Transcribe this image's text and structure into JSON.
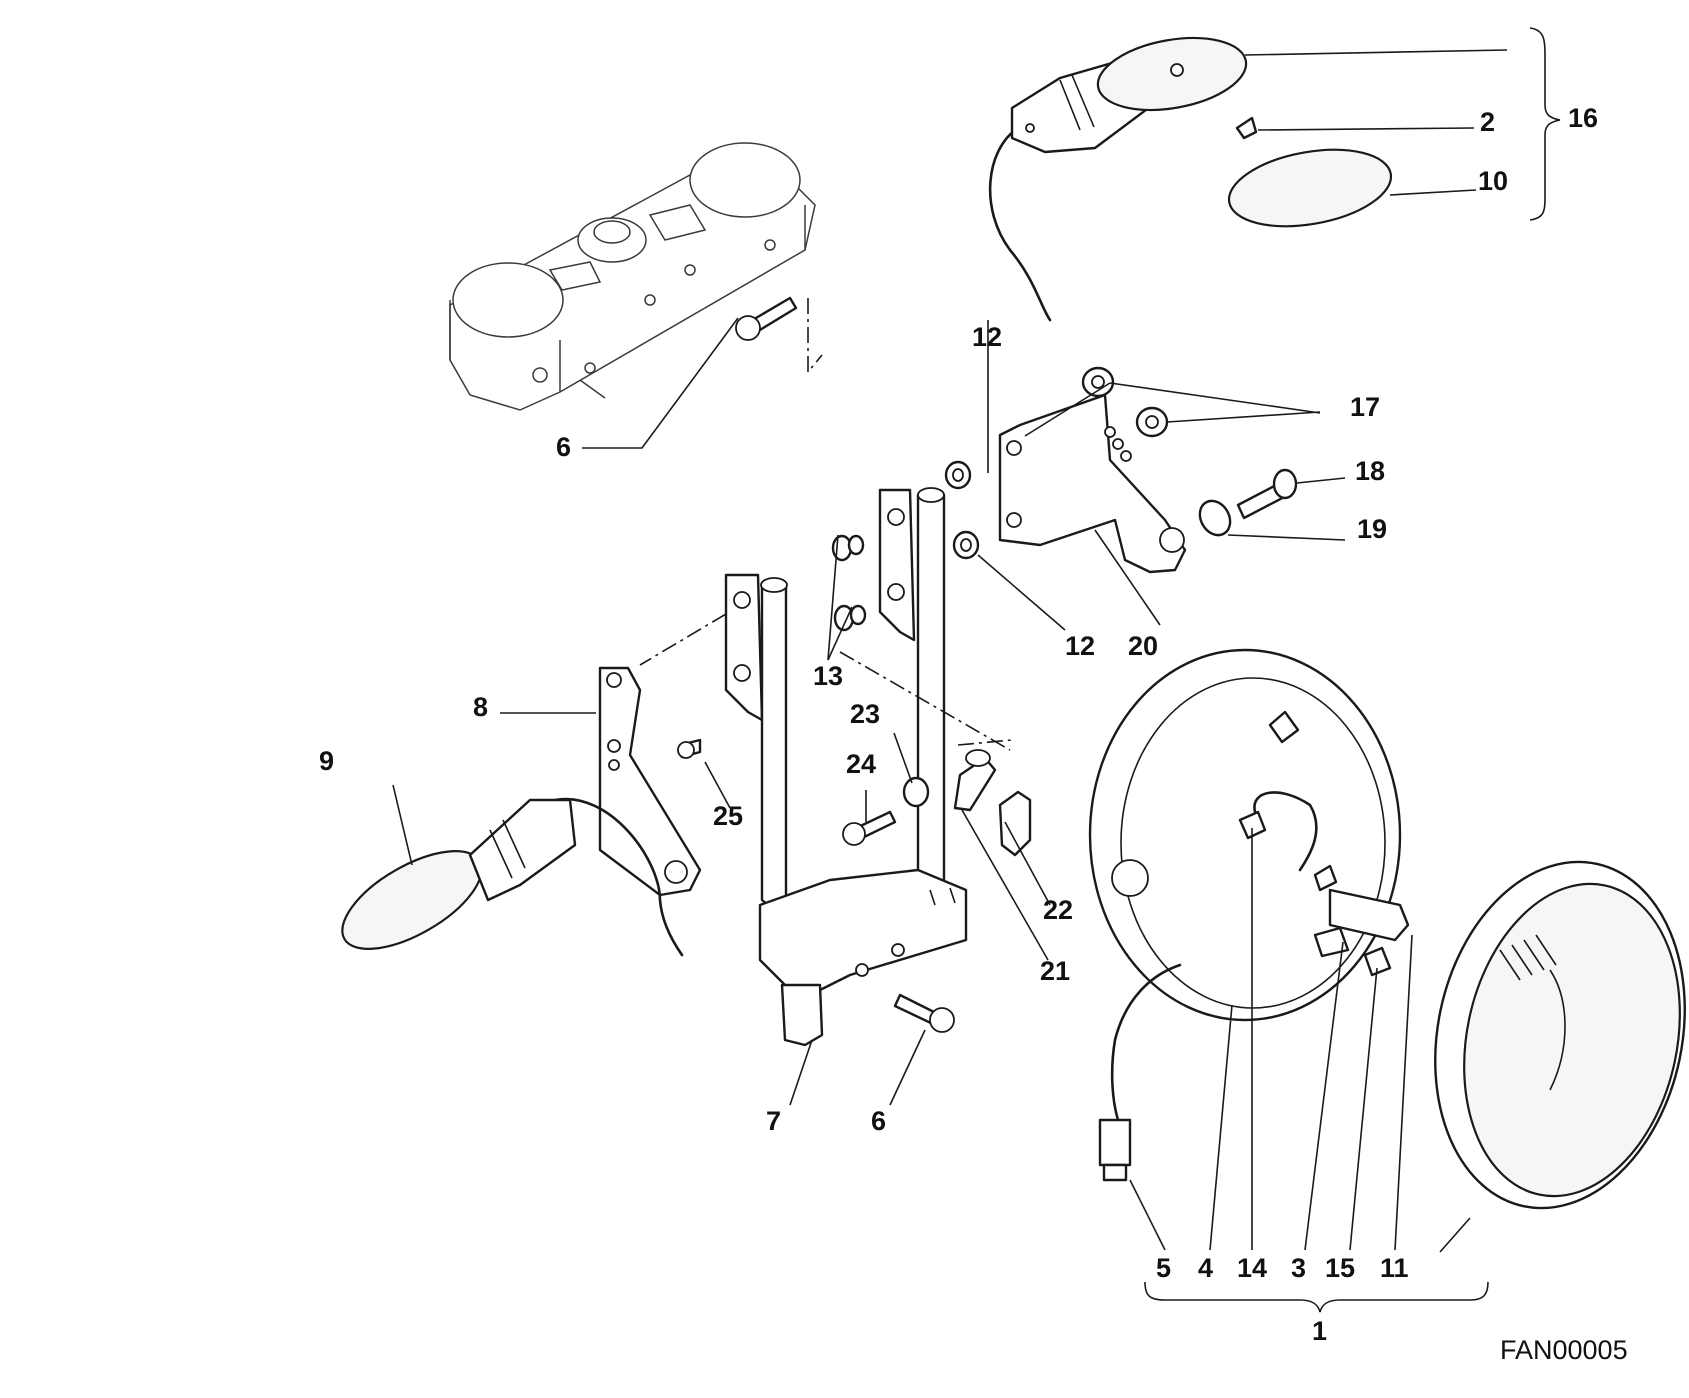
{
  "diagram": {
    "drawing_code": "FAN00005",
    "callouts": {
      "c1": "1",
      "c2": "2",
      "c3": "3",
      "c4": "4",
      "c5": "5",
      "c6a": "6",
      "c6b": "6",
      "c7": "7",
      "c8": "8",
      "c9": "9",
      "c10": "10",
      "c11": "11",
      "c12a": "12",
      "c12b": "12",
      "c13": "13",
      "c14": "14",
      "c15": "15",
      "c16": "16",
      "c17": "17",
      "c18": "18",
      "c19": "19",
      "c20": "20",
      "c21": "21",
      "c22": "22",
      "c23": "23",
      "c24": "24",
      "c25": "25"
    }
  }
}
